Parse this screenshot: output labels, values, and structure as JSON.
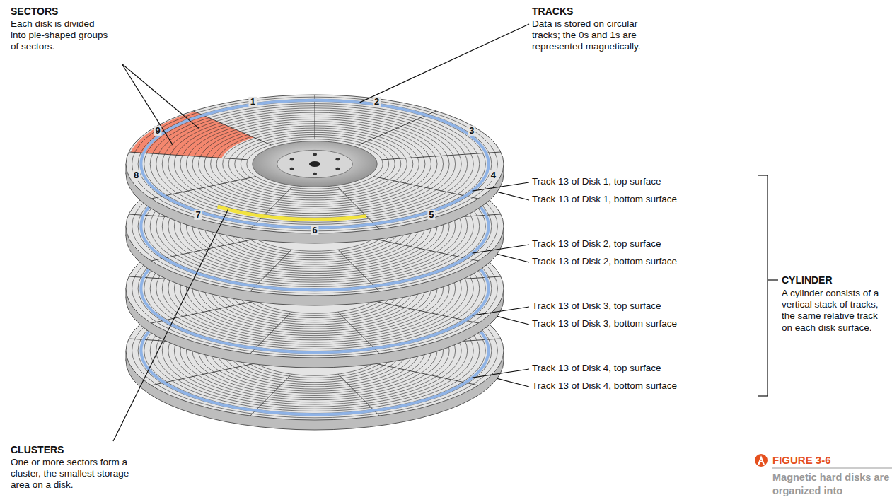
{
  "diagram": {
    "title": "FIGURE 3-6",
    "caption": "Magnetic hard disks are organized into",
    "labels": [
      "SECTORS",
      "Each disk is divided into pie-shaped groups of sectors.",
      "TRACKS",
      "Data is stored on circular tracks; the 0s and 1s are represented magnetically.",
      "1",
      "2",
      "3",
      "4",
      "5",
      "6",
      "7",
      "8",
      "9",
      "Track 13 of Disk 1, top surface",
      "Track 13 of Disk 1, bottom surface",
      "Track 13 of Disk 2, top surface",
      "Track 13 of Disk 2, bottom surface",
      "Track 13 of Disk 3, top surface",
      "Track 13 of Disk 3, bottom surface",
      "Track 13 of Disk 4, top surface",
      "Track 13 of Disk 4, bottom surface",
      "CYLINDER",
      "A cylinder consists of a vertical stack of tracks, the same relative track on each disk surface.",
      "CLUSTERS",
      "One or more sectors form a cluster, the smallest storage area on a disk."
    ]
  }
}
